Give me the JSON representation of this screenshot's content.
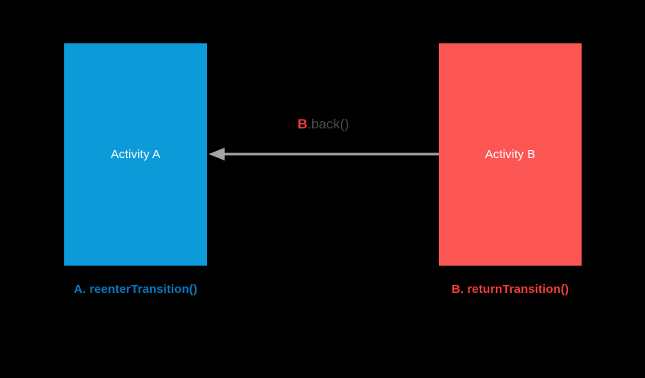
{
  "diagram": {
    "background_color": "#000000",
    "boxes": [
      {
        "id": "activity-a",
        "label": "Activity A",
        "fill_color": "#0d9ad8",
        "text_color": "#ffffff",
        "caption": "A. reenterTransition()",
        "caption_color": "#0b77bd"
      },
      {
        "id": "activity-b",
        "label": "Activity B",
        "fill_color": "#fc5654",
        "text_color": "#ffffff",
        "caption": "B. returnTransition()",
        "caption_color": "#ef3e3a"
      }
    ],
    "arrow": {
      "direction": "right-to-left",
      "color": "#a6a6a6",
      "label_accent": "B",
      "label_rest": ".back()",
      "label_accent_color": "#ef3e3a",
      "label_rest_color": "#4a4a4a"
    }
  }
}
